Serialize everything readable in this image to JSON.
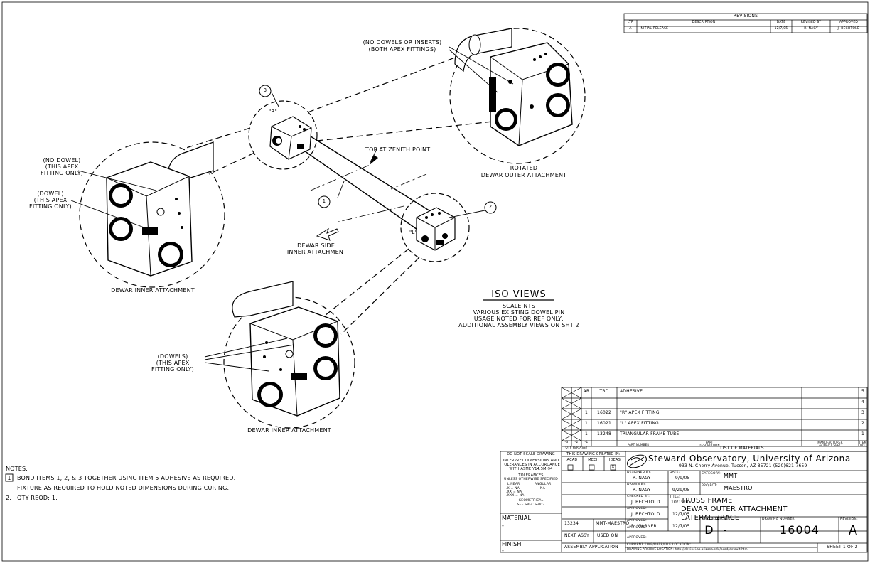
{
  "revisions": {
    "title": "REVISIONS",
    "headers": {
      "ltr": "LTR",
      "description": "DESCRIPTION",
      "date": "DATE",
      "revised_by": "REVISED BY",
      "approved": "APPROVED"
    },
    "row": {
      "ltr": "A",
      "description": "INITIAL RELEASE",
      "date": "12/7/05",
      "revised_by": "R. NAGY",
      "approved": "J. BECHTOLD"
    }
  },
  "drawing": {
    "callouts": [
      "1",
      "2",
      "3"
    ],
    "label_r": "\"R\"",
    "label_l": "\"L\"",
    "note_no_dowels": [
      "(NO DOWELS OR INSERTS)",
      "(BOTH APEX FITTINGS)"
    ],
    "note_top": "TOP AT ZENITH POINT",
    "rotated_caption": [
      "ROTATED",
      "DEWAR OUTER ATTACHMENT"
    ],
    "dewar_side": [
      "DEWAR SIDE:",
      "INNER ATTACHMENT"
    ],
    "note_no_dowel": [
      "(NO DOWEL)",
      "(THIS APEX",
      "FITTING ONLY)"
    ],
    "note_dowel": [
      "(DOWEL)",
      "(THIS APEX",
      "FITTING ONLY)"
    ],
    "note_dowels": [
      "(DOWELS)",
      "(THIS APEX",
      "FITTING ONLY)"
    ],
    "caption_left": "DEWAR INNER ATTACHMENT",
    "caption_bottom": "DEWAR INNER ATTACHMENT"
  },
  "iso": {
    "title": "ISO VIEWS",
    "lines": [
      "SCALE NTS",
      "VARIOUS EXISTING DOWEL PIN",
      "USAGE NOTED FOR REF ONLY;",
      "ADDITIONAL ASSEMBLY VIEWS ON SHT 2"
    ]
  },
  "notes": {
    "heading": "NOTES:",
    "items": [
      {
        "num": "1",
        "text": "BOND ITEMS 1, 2, & 3 TOGETHER USING ITEM 5 ADHESIVE AS REQUIRED."
      },
      {
        "num": "",
        "text": "FIXTURE AS REQUIRED TO HOLD NOTED DIMENSIONS DURING CURING."
      },
      {
        "num": "2.",
        "text": "QTY REQD: 1."
      }
    ]
  },
  "bom": {
    "rows": [
      {
        "qty": "AR",
        "part": "TBD",
        "desc": "ADHESIVE",
        "item": "5"
      },
      {
        "qty": "",
        "part": "",
        "desc": "",
        "item": "4"
      },
      {
        "qty": "1",
        "part": "16022",
        "desc": "\"R\" APEX FITTING",
        "item": "3"
      },
      {
        "qty": "1",
        "part": "16021",
        "desc": "\"L\" APEX FITTING",
        "item": "2"
      },
      {
        "qty": "1",
        "part": "13248",
        "desc": "TRIANGULAR FRAME TUBE",
        "item": "1"
      }
    ],
    "header": {
      "dashes": [
        "-3",
        "-2",
        "-1"
      ],
      "qty": "QTY PER ASSY",
      "part": "PART NUMBER",
      "desc1": "PART",
      "desc2": "DESCRIPTION",
      "mfr1": "MANUFACTURER",
      "mfr2": "or MAT'L SPEC",
      "item1": "ITEM",
      "item2": "NO."
    },
    "list_title": "LIST OF MATERIALS"
  },
  "title_block": {
    "scale_note": "DO NOT SCALE DRAWING",
    "interpret": [
      "INTERPRET DIMENSIONS AND",
      "TOLERANCES IN ACCORDANCE",
      "WITH ASME Y14.5M-94"
    ],
    "tolerances": "TOLERANCES",
    "unless": "UNLESS OTHERWISE SPECIFIED",
    "linear": "LINEAR",
    "angular": "ANGULAR",
    "tol_rows": [
      ".X  = NA",
      ".XX  = NA",
      ".XXX = NA"
    ],
    "angular_value": "NA",
    "geometrical": "GEOMETRICAL",
    "spec": "SEE SPEC S-002",
    "material_label": "MATERIAL",
    "material_value": "-",
    "finish_label": "FINISH",
    "finish_value": "-",
    "created_in": "THIS DRAWING CREATED IN:",
    "cad": [
      "ACAD",
      "MECH",
      "IDEAS"
    ],
    "cad_checked": "X",
    "org_name": "Steward Observatory, University of Arizona",
    "org_address": "933 N. Cherry Avenue, Tucson, AZ  85721   (520)621-7659",
    "designed_label": "DESIGNED BY:",
    "designed_by": "R. NAGY",
    "date_label": "DATE:",
    "designed_date": "9/9/05",
    "drawn_label": "DRAWN BY:",
    "drawn_by": "R. NAGY",
    "drawn_date": "9/29/05",
    "checked_label": "CHECKED BY:",
    "checked_by": "J. BECHTOLD",
    "checked_date": "10/19/05",
    "approved_label": "APPROVED:",
    "approved_by": "J. BECHTOLD",
    "approved_date": "12/7/05",
    "approved2_by": "R. WARNER",
    "approved2_date": "12/7/05",
    "category_label": "CATEGORY:",
    "category": "MMT",
    "project_label": "PROJECT:",
    "project": "MAESTRO",
    "title_label": "TITLE:",
    "title_lines": [
      "TRUSS FRAME",
      "DEWAR OUTER ATTACHMENT",
      "LATERAL BRACE"
    ],
    "next_assy_value": "13234",
    "used_on_value": "MMT-MAESTRO",
    "next_assy_label": "NEXT ASSY",
    "used_on_label": "USED ON",
    "assembly_application": "ASSEMBLY APPLICATION",
    "plot_size_label": "PLOT SIZE",
    "plot_size": "D",
    "scale_label": "SCALE:",
    "scale_value": "-",
    "drawing_number_label": "DRAWING NUMBER:",
    "drawing_number": "16004",
    "revision_label": "REVISION:",
    "revision": "A",
    "current_time_label": "CURRENT TIME/DATE/FILE LOCATION:",
    "archive_label": "DRAWING ARCHIVE LOCATION: http://devinci.as.arizona.edu/acad/default.html",
    "sheet": "SHEET 1 OF 2"
  }
}
